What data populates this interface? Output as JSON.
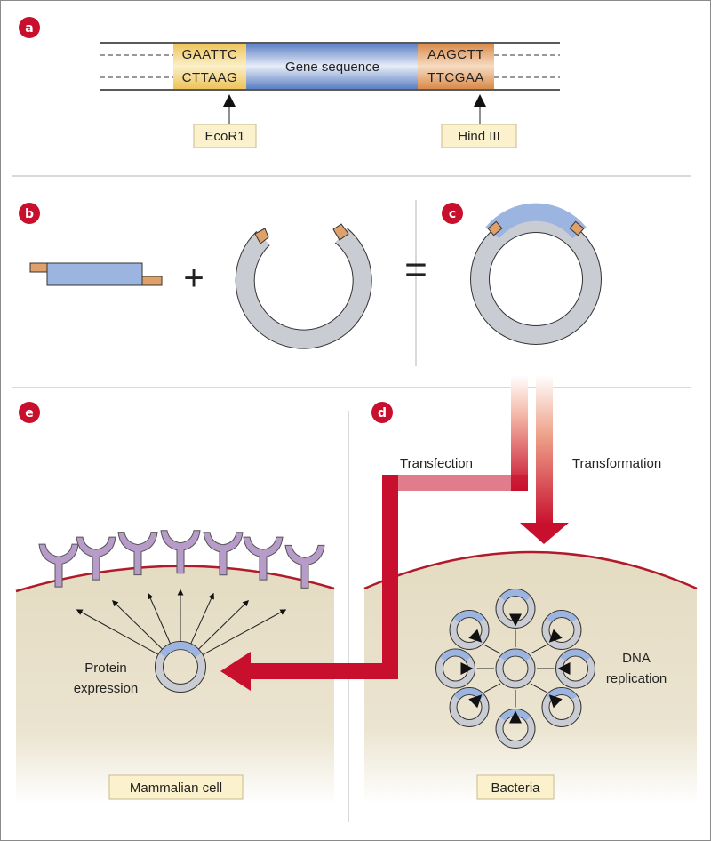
{
  "panels": {
    "a": "a",
    "b": "b",
    "c": "c",
    "d": "d",
    "e": "e"
  },
  "dna": {
    "site1_top": "GAATTC",
    "site1_bottom": "CTTAAG",
    "gene_label": "Gene sequence",
    "site2_top": "AAGCTT",
    "site2_bottom": "TTCGAA"
  },
  "enzymes": {
    "left": "EcoR1",
    "right": "Hind III"
  },
  "operators": {
    "plus": "+",
    "equals": "="
  },
  "arrows": {
    "transfection": "Transfection",
    "transformation": "Transformation"
  },
  "mammalian": {
    "protein_line1": "Protein",
    "protein_line2": "expression",
    "cell_label": "Mammalian cell"
  },
  "bacteria": {
    "replication_line1": "DNA",
    "replication_line2": "replication",
    "cell_label": "Bacteria"
  },
  "colors": {
    "panel_badge": "#c8102e",
    "gene_blue": "#8fa9d6",
    "site_yellow": "#f3d27a",
    "site_orange": "#e0a06a",
    "plasmid_gray": "#c9ccd3",
    "cell_fill": "#e8dfc8",
    "cell_membrane": "#b01a2a",
    "receptor": "#b79bc8",
    "arrow_red": "#c8102e"
  }
}
